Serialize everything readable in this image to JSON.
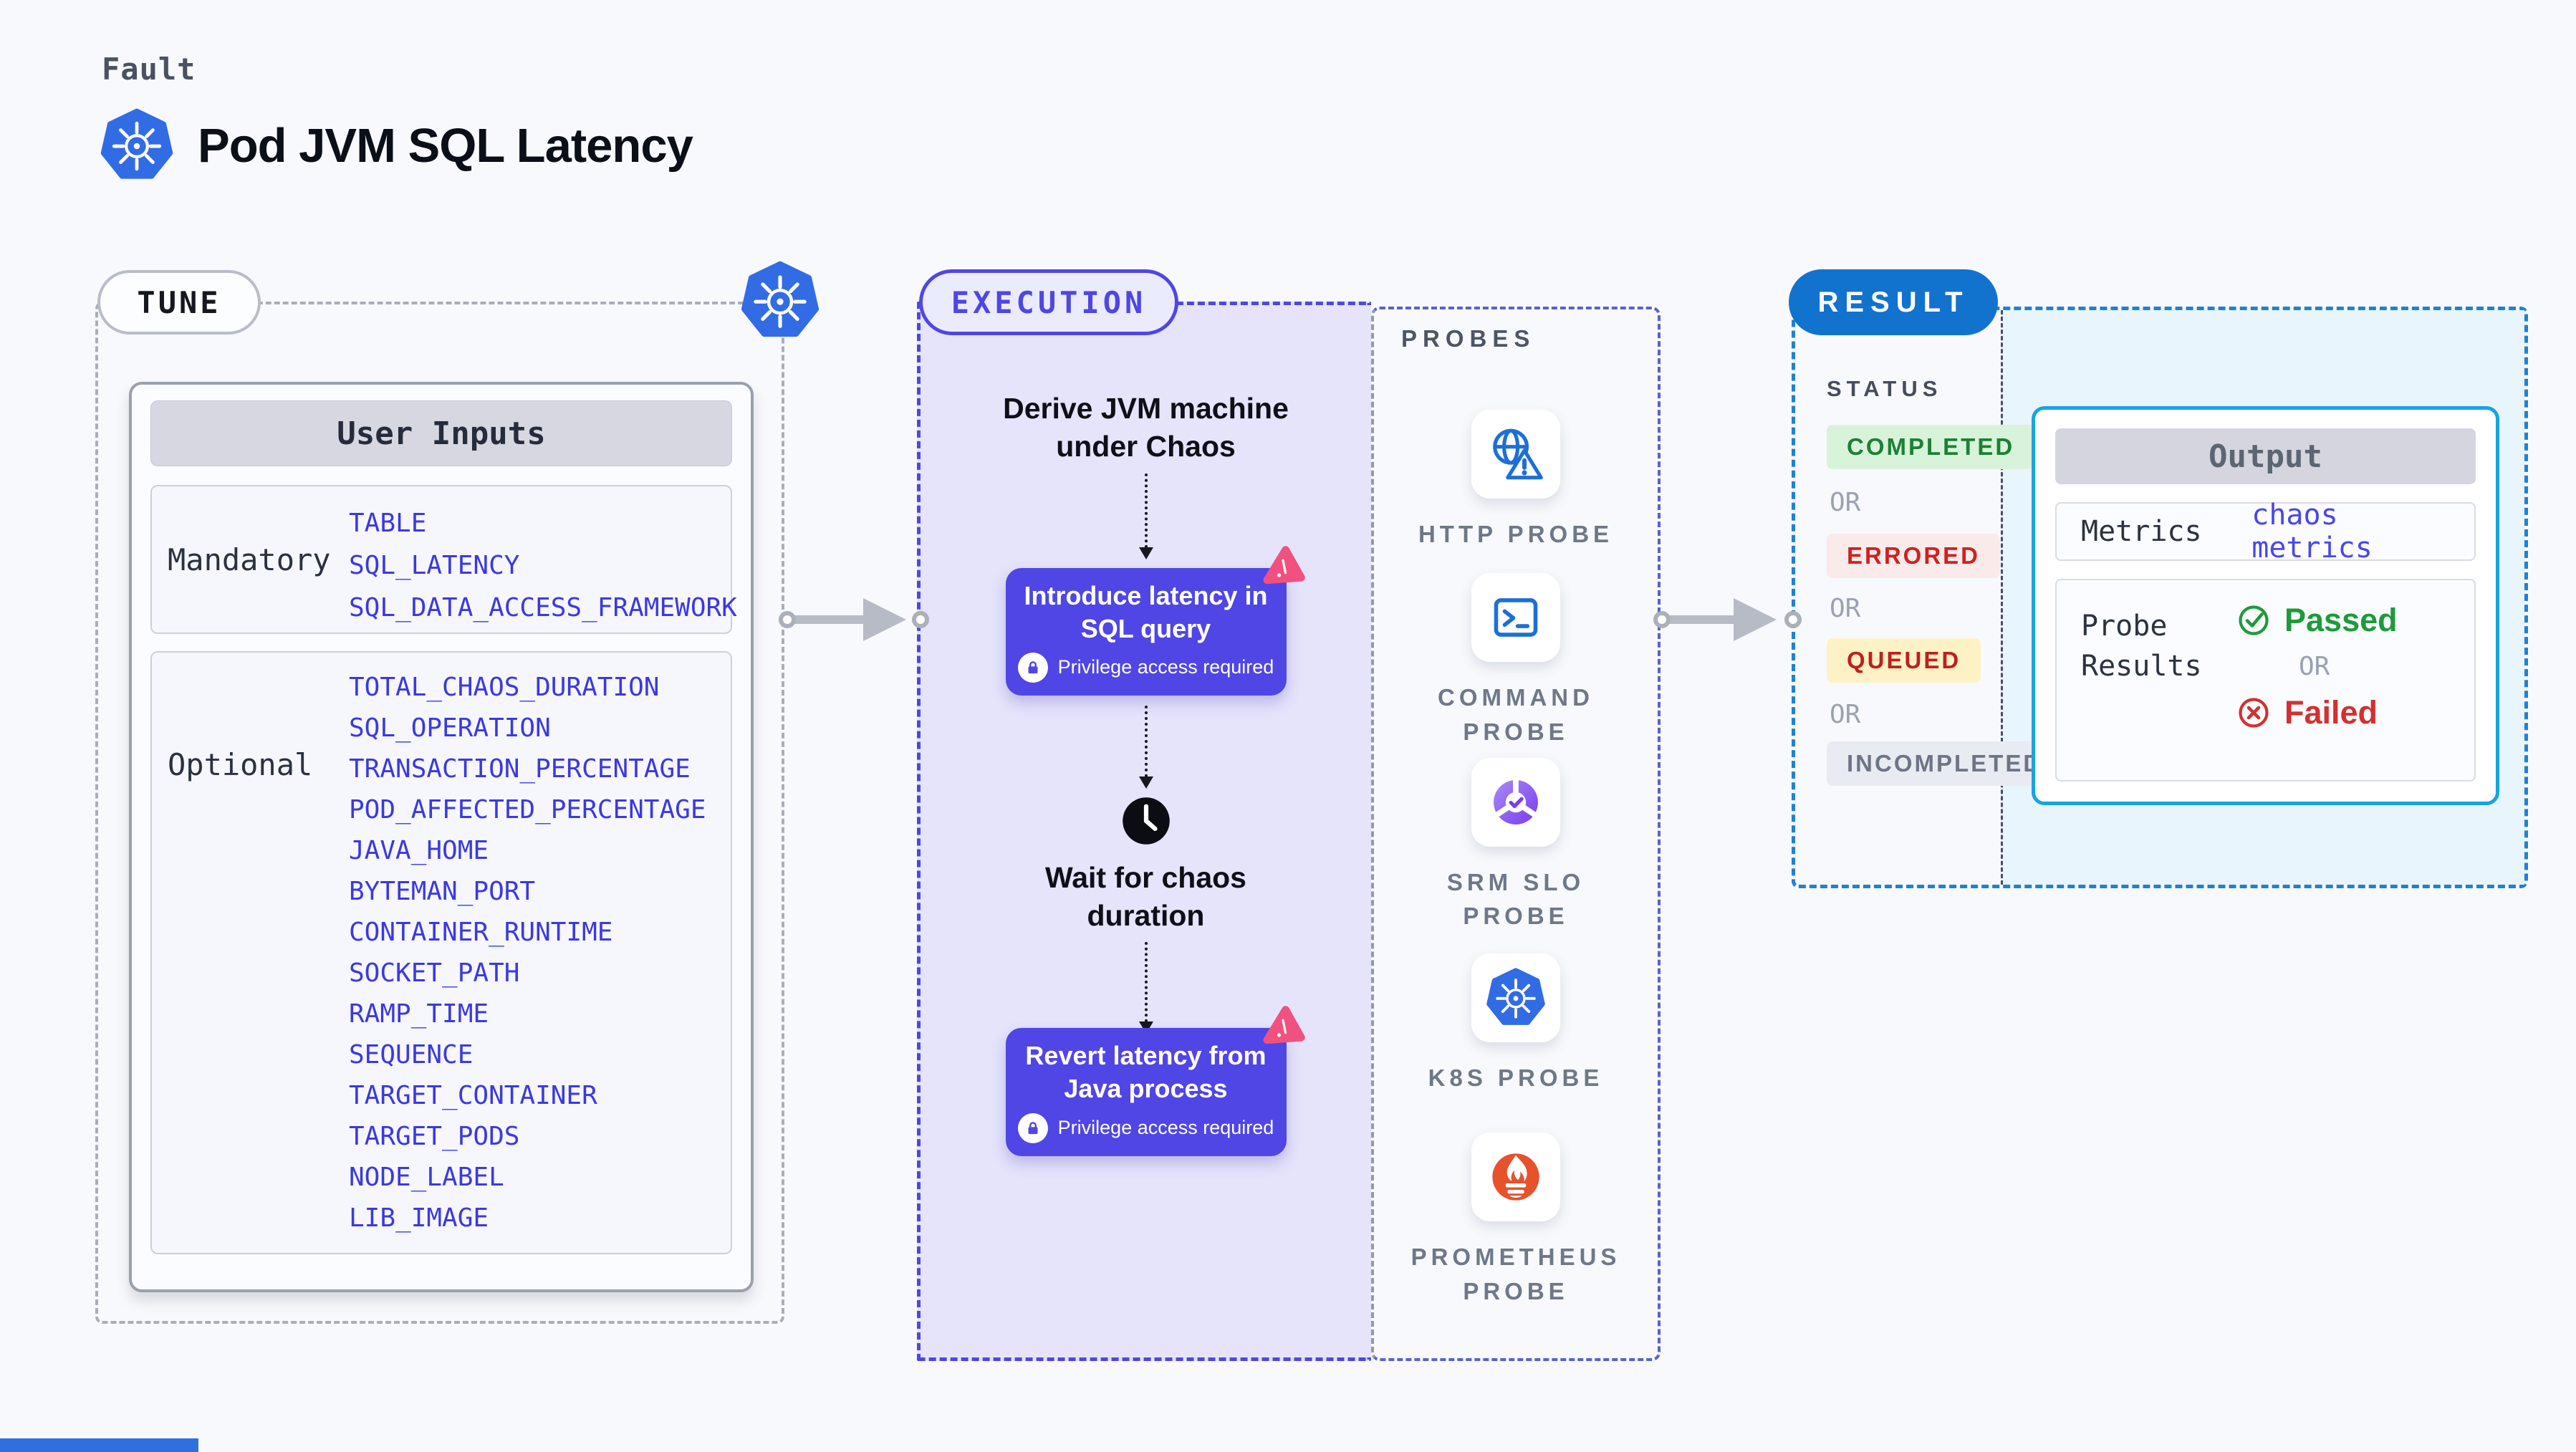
{
  "header": {
    "eyebrow": "Fault",
    "title": "Pod JVM SQL Latency",
    "title_icon": "kubernetes-icon"
  },
  "tune": {
    "pill": "TUNE",
    "corner_icon": "kubernetes-icon",
    "user_inputs": {
      "header": "User Inputs",
      "mandatory_label": "Mandatory",
      "mandatory_items": [
        "TABLE",
        "SQL_LATENCY",
        "SQL_DATA_ACCESS_FRAMEWORK"
      ],
      "optional_label": "Optional",
      "optional_items": [
        "TOTAL_CHAOS_DURATION",
        "SQL_OPERATION",
        "TRANSACTION_PERCENTAGE",
        "POD_AFFECTED_PERCENTAGE",
        "JAVA_HOME",
        "BYTEMAN_PORT",
        "CONTAINER_RUNTIME",
        "SOCKET_PATH",
        "RAMP_TIME",
        "SEQUENCE",
        "TARGET_CONTAINER",
        "TARGET_PODS",
        "NODE_LABEL",
        "LIB_IMAGE"
      ]
    }
  },
  "execution": {
    "pill": "EXECUTION",
    "step1": "Derive JVM machine under Chaos",
    "card1": "Introduce latency in SQL query",
    "privilege_note": "Privilege access required",
    "wait_step": "Wait for chaos duration",
    "card2": "Revert latency from Java process"
  },
  "probes": {
    "label": "PROBES",
    "items": [
      {
        "name": "HTTP PROBE",
        "icon": "globe-alert-icon"
      },
      {
        "name": "COMMAND PROBE",
        "icon": "terminal-icon"
      },
      {
        "name": "SRM SLO PROBE",
        "icon": "slo-gauge-icon"
      },
      {
        "name": "K8S PROBE",
        "icon": "kubernetes-icon"
      },
      {
        "name": "PROMETHEUS PROBE",
        "icon": "prometheus-icon"
      }
    ]
  },
  "result": {
    "pill": "RESULT",
    "status_label": "STATUS",
    "or": "OR",
    "badges": [
      {
        "text": "COMPLETED",
        "fg": "#1b8135",
        "bg": "#d9f3da"
      },
      {
        "text": "ERRORED",
        "fg": "#cc2222",
        "bg": "#fbeaea"
      },
      {
        "text": "QUEUED",
        "fg": "#bf1f1f",
        "bg": "#fdf2c5"
      },
      {
        "text": "INCOMPLETED",
        "fg": "#6d7585",
        "bg": "#e9ebf2"
      }
    ],
    "output": {
      "header": "Output",
      "metrics_label": "Metrics",
      "metrics_value": "chaos metrics",
      "probe_results_label": "Probe Results",
      "passed": "Passed",
      "failed": "Failed",
      "or": "OR"
    }
  },
  "colors": {
    "indigo": "#4f46e5",
    "lavender": "#e5e4fb",
    "result_blue": "#1173cd",
    "output_border": "#17a4e2",
    "value_blue": "#3b38e2",
    "k8s_blue": "#326ce5",
    "prometheus_orange": "#e6522c",
    "passed_green": "#1d9b3a",
    "failed_red": "#d3302f",
    "chaos_pink": "#f1517f"
  }
}
